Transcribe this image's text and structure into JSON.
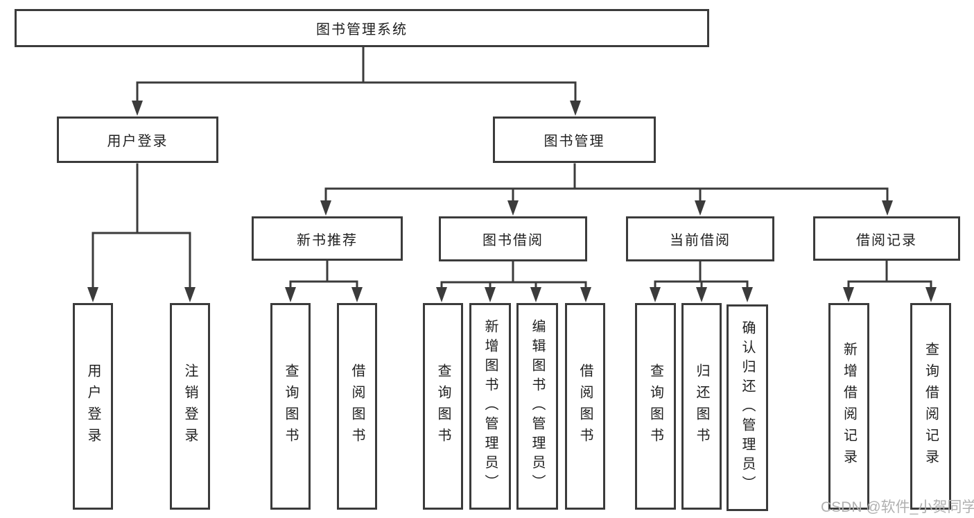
{
  "tree": {
    "root": {
      "label": "图书管理系统"
    },
    "children": [
      {
        "label": "用户登录",
        "children": [
          {
            "label": "用户登录"
          },
          {
            "label": "注销登录"
          }
        ]
      },
      {
        "label": "图书管理",
        "children": [
          {
            "label": "新书推荐",
            "children": [
              {
                "label": "查询图书"
              },
              {
                "label": "借阅图书"
              }
            ]
          },
          {
            "label": "图书借阅",
            "children": [
              {
                "label": "查询图书"
              },
              {
                "label": "新增图书（管理员）"
              },
              {
                "label": "编辑图书（管理员）"
              },
              {
                "label": "借阅图书"
              }
            ]
          },
          {
            "label": "当前借阅",
            "children": [
              {
                "label": "查询图书"
              },
              {
                "label": "归还图书"
              },
              {
                "label": "确认归还（管理员）"
              }
            ]
          },
          {
            "label": "借阅记录",
            "children": [
              {
                "label": "新增借阅记录"
              },
              {
                "label": "查询借阅记录"
              }
            ]
          }
        ]
      }
    ]
  },
  "watermark": {
    "text": "CSDN @软件_小贺同学",
    "color": "#b0b0b0"
  },
  "colors": {
    "line": "#3b3b3b",
    "box_border": "#3b3b3b",
    "box_background": "#ffffff",
    "text": "#1f1f1f",
    "page_background": "#ffffff"
  }
}
